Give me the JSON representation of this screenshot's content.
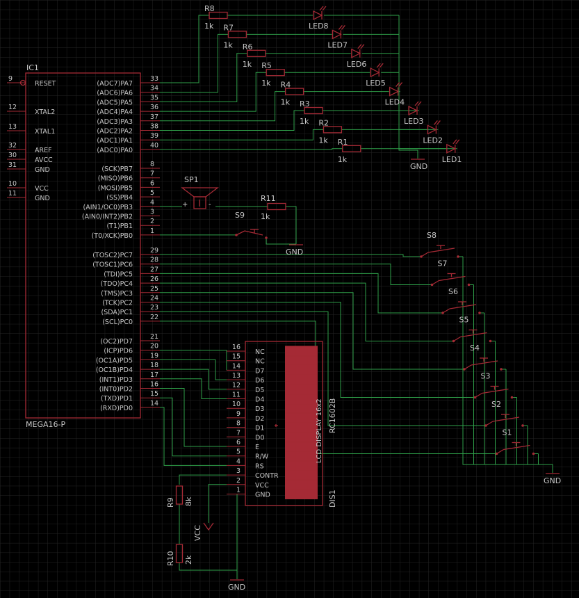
{
  "ic": {
    "name": "IC1",
    "value": "MEGA16-P",
    "left_pins": [
      {
        "num": "9",
        "name": "RESET"
      },
      {
        "num": "12",
        "name": "XTAL2"
      },
      {
        "num": "13",
        "name": "XTAL1"
      },
      {
        "num": "32",
        "name": "AREF"
      },
      {
        "num": "30",
        "name": "AVCC"
      },
      {
        "num": "31",
        "name": "GND"
      },
      {
        "num": "10",
        "name": "VCC"
      },
      {
        "num": "11",
        "name": "GND"
      }
    ],
    "right_pins": [
      {
        "num": "33",
        "name": "(ADC7)PA7"
      },
      {
        "num": "34",
        "name": "(ADC6)PA6"
      },
      {
        "num": "35",
        "name": "(ADC5)PA5"
      },
      {
        "num": "36",
        "name": "(ADC4)PA4"
      },
      {
        "num": "37",
        "name": "(ADC3)PA3"
      },
      {
        "num": "38",
        "name": "(ADC2)PA2"
      },
      {
        "num": "39",
        "name": "(ADC1)PA1"
      },
      {
        "num": "40",
        "name": "(ADC0)PA0"
      },
      {
        "num": "8",
        "name": "(SCK)PB7"
      },
      {
        "num": "7",
        "name": "(MISO)PB6"
      },
      {
        "num": "6",
        "name": "(MOSI)PB5"
      },
      {
        "num": "5",
        "name": "(SS)PB4"
      },
      {
        "num": "4",
        "name": "(AIN1/OC0)PB3"
      },
      {
        "num": "3",
        "name": "(AIN0/INT2)PB2"
      },
      {
        "num": "2",
        "name": "(T1)PB1"
      },
      {
        "num": "1",
        "name": "(T0/XCK)PB0"
      },
      {
        "num": "29",
        "name": "(TOSC2)PC7"
      },
      {
        "num": "28",
        "name": "(TOSC1)PC6"
      },
      {
        "num": "27",
        "name": "(TDI)PC5"
      },
      {
        "num": "26",
        "name": "(TDO)PC4"
      },
      {
        "num": "25",
        "name": "(TMS)PC3"
      },
      {
        "num": "24",
        "name": "(TCK)PC2"
      },
      {
        "num": "23",
        "name": "(SDA)PC1"
      },
      {
        "num": "22",
        "name": "(SCL)PC0"
      },
      {
        "num": "21",
        "name": "(OC2)PD7"
      },
      {
        "num": "20",
        "name": "(ICP)PD6"
      },
      {
        "num": "19",
        "name": "(OC1A)PD5"
      },
      {
        "num": "18",
        "name": "(OC1B)PD4"
      },
      {
        "num": "17",
        "name": "(INT1)PD3"
      },
      {
        "num": "16",
        "name": "(INT0)PD2"
      },
      {
        "num": "15",
        "name": "(TXD)PD1"
      },
      {
        "num": "14",
        "name": "(RXD)PD0"
      }
    ]
  },
  "leds": [
    {
      "resistor": "R8",
      "r_value": "1k",
      "led": "LED8"
    },
    {
      "resistor": "R7",
      "r_value": "1k",
      "led": "LED7"
    },
    {
      "resistor": "R6",
      "r_value": "1k",
      "led": "LED6"
    },
    {
      "resistor": "R5",
      "r_value": "1k",
      "led": "LED5"
    },
    {
      "resistor": "R4",
      "r_value": "1k",
      "led": "LED4"
    },
    {
      "resistor": "R3",
      "r_value": "1k",
      "led": "LED3"
    },
    {
      "resistor": "R2",
      "r_value": "1k",
      "led": "LED2"
    },
    {
      "resistor": "R1",
      "r_value": "1k",
      "led": "LED1"
    }
  ],
  "gnd_led": "GND",
  "speaker": {
    "name": "SP1",
    "plus": "+",
    "minus": "-"
  },
  "r11": {
    "name": "R11",
    "value": "1k"
  },
  "s9": {
    "name": "S9"
  },
  "gnd_s9": "GND",
  "switches": [
    "S8",
    "S7",
    "S6",
    "S5",
    "S4",
    "S3",
    "S2",
    "S1"
  ],
  "gnd_sw": "GND",
  "lcd": {
    "name": "DIS1",
    "part": "RC1602B",
    "display": "LCD DISPLAY 16x2",
    "pins": [
      {
        "num": "16",
        "name": "NC"
      },
      {
        "num": "15",
        "name": "NC"
      },
      {
        "num": "14",
        "name": "D7"
      },
      {
        "num": "13",
        "name": "D6"
      },
      {
        "num": "12",
        "name": "D5"
      },
      {
        "num": "11",
        "name": "D4"
      },
      {
        "num": "10",
        "name": "D3"
      },
      {
        "num": "9",
        "name": "D2"
      },
      {
        "num": "8",
        "name": "D1"
      },
      {
        "num": "7",
        "name": "D0"
      },
      {
        "num": "6",
        "name": "E"
      },
      {
        "num": "5",
        "name": "R/W"
      },
      {
        "num": "4",
        "name": "RS"
      },
      {
        "num": "3",
        "name": "CONTR"
      },
      {
        "num": "2",
        "name": "VCC"
      },
      {
        "num": "1",
        "name": "GND"
      }
    ]
  },
  "r9": {
    "name": "R9",
    "value": "8k"
  },
  "r10": {
    "name": "R10",
    "value": "2k"
  },
  "vcc": "VCC",
  "gnd_lcd": "GND",
  "colors": {
    "background": "#000000",
    "grid": "#2a2a2a",
    "symbol": "#a52a35",
    "wire": "#2fa14a",
    "text": "#c8c8c8"
  }
}
